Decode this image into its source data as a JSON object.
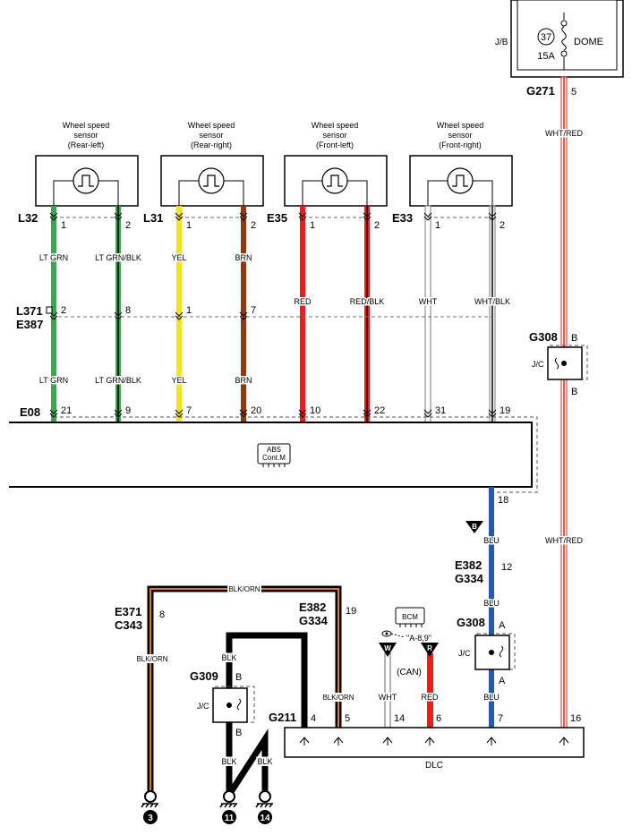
{
  "junction_block": {
    "label": "J/B",
    "fuse_number": "37",
    "fuse_rating": "15A",
    "fuse_name": "DOME",
    "connector": "G271",
    "pin": "5",
    "wire": "WHT/RED"
  },
  "sensors": [
    {
      "title": "Wheel speed",
      "subtitle": "sensor",
      "position": "(Rear-left)",
      "connector": "L32",
      "pin_a": "1",
      "pin_b": "2",
      "wire_a": "LT GRN",
      "wire_b": "LT GRN/BLK",
      "mid_pin_a": "2",
      "mid_pin_b": "8",
      "low_wire_a": "LT GRN",
      "low_wire_b": "LT GRN/BLK",
      "ecu_pin_a": "21",
      "ecu_pin_b": "9",
      "color_a": "#3aa650",
      "color_b": "#3aa650",
      "stripe_b": "#000000"
    },
    {
      "title": "Wheel speed",
      "subtitle": "sensor",
      "position": "(Rear-right)",
      "connector": "L31",
      "pin_a": "1",
      "pin_b": "2",
      "wire_a": "YEL",
      "wire_b": "BRN",
      "mid_pin_a": "1",
      "mid_pin_b": "7",
      "low_wire_a": "YEL",
      "low_wire_b": "BRN",
      "ecu_pin_a": "7",
      "ecu_pin_b": "20",
      "color_a": "#f5e41a",
      "color_b": "#8b3a12",
      "stripe_b": ""
    },
    {
      "title": "Wheel speed",
      "subtitle": "sensor",
      "position": "(Front-left)",
      "connector": "E35",
      "pin_a": "1",
      "pin_b": "2",
      "wire_a": "RED",
      "wire_b": "RED/BLK",
      "mid_pin_a": "",
      "mid_pin_b": "",
      "low_wire_a": "",
      "low_wire_b": "",
      "ecu_pin_a": "10",
      "ecu_pin_b": "22",
      "color_a": "#ee1c1c",
      "color_b": "#ee1c1c",
      "stripe_b": "#000000"
    },
    {
      "title": "Wheel speed",
      "subtitle": "sensor",
      "position": "(Front-right)",
      "connector": "E33",
      "pin_a": "1",
      "pin_b": "2",
      "wire_a": "WHT",
      "wire_b": "WHT/BLK",
      "mid_pin_a": "",
      "mid_pin_b": "",
      "low_wire_a": "",
      "low_wire_b": "",
      "ecu_pin_a": "31",
      "ecu_pin_b": "19",
      "color_a": "#ffffff",
      "color_b": "#ffffff",
      "stripe_b": "#000000"
    }
  ],
  "inline_connector": {
    "top": "L371",
    "bottom": "E387"
  },
  "abs": {
    "connector": "E08",
    "label_line1": "ABS",
    "label_line2": "Cont.M",
    "pin_out": "18"
  },
  "blu_path": {
    "marker": "B",
    "wire": "BLU",
    "conn_top": "E382",
    "conn_bottom": "G334",
    "pin": "12",
    "jc_connector": "G308",
    "jc_label": "J/C",
    "jc_pin": "A",
    "wire_low": "BLU"
  },
  "whtred_path": {
    "jc_connector": "G308",
    "jc_label": "J/C",
    "jc_pin": "B",
    "wire": "WHT/RED"
  },
  "blkorn": {
    "wire": "BLK/ORN",
    "left_conn_top": "E371",
    "left_conn_bottom": "C343",
    "left_pin": "8",
    "left_wire": "BLK/ORN",
    "right_conn_top": "E382",
    "right_conn_bottom": "G334",
    "right_pin": "19",
    "right_wire": "BLK/ORN"
  },
  "ground_path": {
    "wire_top": "BLK",
    "jc_connector": "G309",
    "jc_label": "J/C",
    "jc_pin": "B",
    "wire_low_a": "BLK",
    "wire_low_b": "BLK"
  },
  "bcm": {
    "label": "BCM",
    "ref": "\"A-8,9\"",
    "can_label": "(CAN)",
    "marker_w": "W",
    "marker_r": "R",
    "wire_w": "WHT",
    "wire_r": "RED"
  },
  "dlc": {
    "connector": "G211",
    "label": "DLC",
    "pins": [
      "4",
      "5",
      "14",
      "6",
      "7",
      "16"
    ]
  },
  "grounds": [
    "3",
    "11",
    "14"
  ]
}
